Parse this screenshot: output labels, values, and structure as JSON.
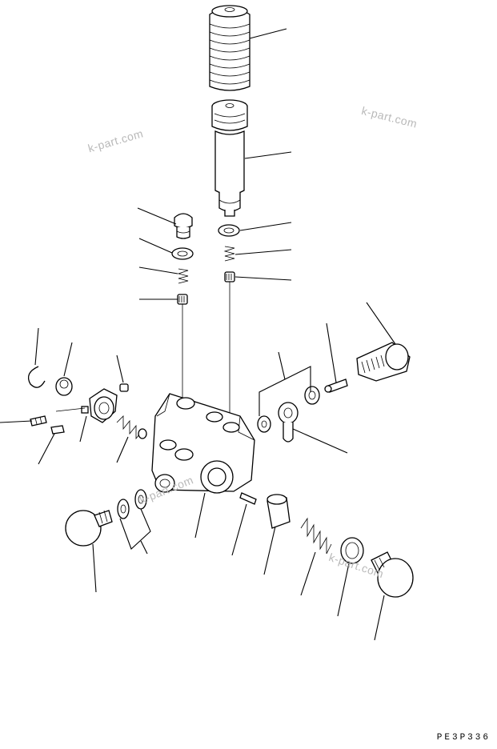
{
  "watermarks": [
    "k-part.com",
    "k-part.com",
    "k-part.com",
    "k-part.com"
  ],
  "drawing_code": "PE3P336",
  "colors": {
    "line": "#000000",
    "background": "#ffffff",
    "watermark": "#b9b9b9"
  }
}
